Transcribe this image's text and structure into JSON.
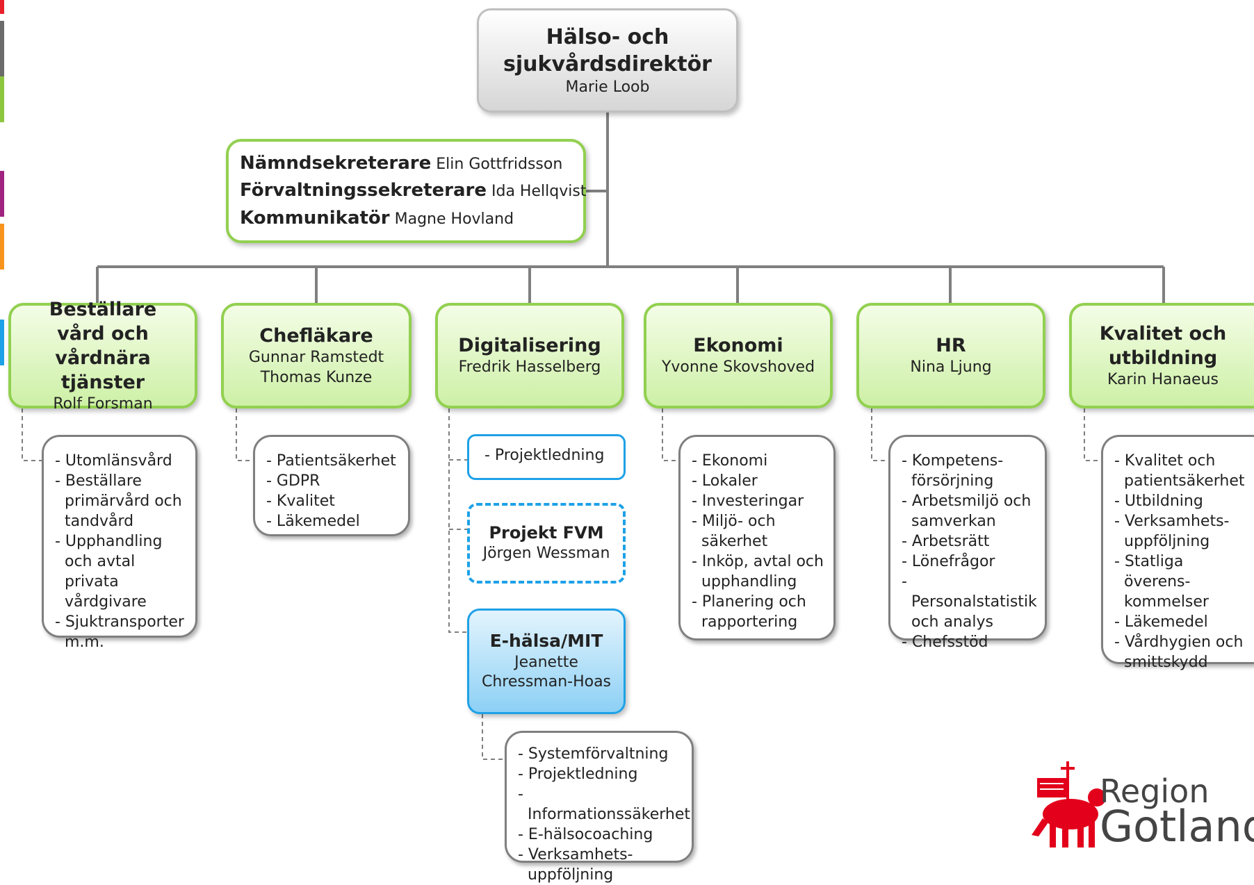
{
  "edge_bars": [
    {
      "color": "#e8202a"
    },
    {
      "color": "#6b6b6b"
    },
    {
      "color": "#8dc63f"
    },
    {
      "color": "#a0237f"
    },
    {
      "color": "#f7941d"
    },
    {
      "color": "#1ea1e6"
    }
  ],
  "director": {
    "title": "Hälso- och sjukvårdsdirektör",
    "name": "Marie Loob"
  },
  "staff": [
    {
      "role": "Nämndsekreterare",
      "name": "Elin Gottfridsson"
    },
    {
      "role": "Förvaltningssekreterare",
      "name": "Ida Hellqvist"
    },
    {
      "role": "Kommunikatör",
      "name": "Magne Hovland"
    }
  ],
  "departments": [
    {
      "title": "Beställare vård och vårdnära tjänster",
      "names": [
        "Rolf Forsman"
      ],
      "items": [
        "- Utomlänsvård",
        "- Beställare primärvård och tandvård",
        "- Upphandling och avtal privata vårdgivare",
        "- Sjuktransporter m.m."
      ]
    },
    {
      "title": "Chefläkare",
      "names": [
        "Gunnar Ramstedt",
        "Thomas Kunze"
      ],
      "items": [
        "- Patientsäkerhet",
        "- GDPR",
        "- Kvalitet",
        "- Läkemedel"
      ]
    },
    {
      "title": "Digitalisering",
      "names": [
        "Fredrik Hasselberg"
      ],
      "items": []
    },
    {
      "title": "Ekonomi",
      "names": [
        "Yvonne Skovshoved"
      ],
      "items": [
        "- Ekonomi",
        "- Lokaler",
        "- Investeringar",
        "- Miljö- och säkerhet",
        "- Inköp, avtal och upphandling",
        "- Planering och rapportering"
      ]
    },
    {
      "title": "HR",
      "names": [
        "Nina Ljung"
      ],
      "items": [
        "- Kompetens-försörjning",
        "- Arbetsmiljö och samverkan",
        "- Arbetsrätt",
        "- Lönefrågor",
        "- Personalstatistik och analys",
        "- Chefsstöd"
      ]
    },
    {
      "title": "Kvalitet och utbildning",
      "names": [
        "Karin Hanaeus"
      ],
      "items": [
        "- Kvalitet och patientsäkerhet",
        "- Utbildning",
        "- Verksamhets-uppföljning",
        "- Statliga överens-kommelser",
        "- Läkemedel",
        "- Vårdhygien och smittskydd"
      ]
    }
  ],
  "digitalisering_units": {
    "projektledning": "- Projektledning",
    "fvm": {
      "title": "Projekt FVM",
      "name": "Jörgen Wessman"
    },
    "ehalsa": {
      "title": "E-hälsa/MIT",
      "names": [
        "Jeanette",
        "Chressman-Hoas"
      ],
      "items": [
        "- Systemförvaltning",
        "- Projektledning",
        "- Informationssäkerhet",
        "- E-hälsocoaching",
        "- Verksamhets-uppföljning"
      ]
    }
  },
  "logo": {
    "line1": "Region",
    "line2": "Gotland",
    "icon": "gotland-ram-icon",
    "color": "#e3001b"
  }
}
